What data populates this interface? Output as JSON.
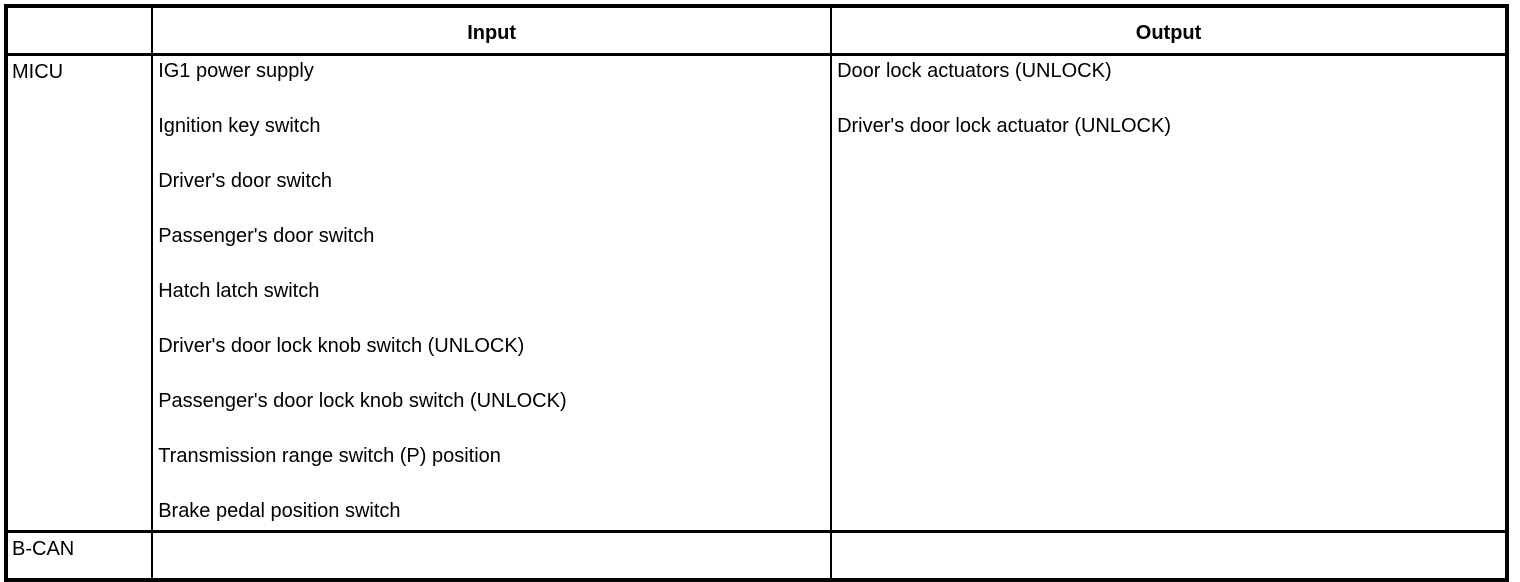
{
  "table": {
    "headers": {
      "device": "",
      "input": "Input",
      "output": "Output"
    },
    "rows": [
      {
        "device": "MICU",
        "inputs": [
          "IG1 power supply",
          "Ignition key switch",
          "Driver's door switch",
          "Passenger's door switch",
          "Hatch latch switch",
          "Driver's door lock knob switch (UNLOCK)",
          "Passenger's door lock knob switch (UNLOCK)",
          "Transmission range switch (P) position",
          "Brake pedal position switch"
        ],
        "outputs": [
          "Door lock actuators (UNLOCK)",
          "Driver's door lock actuator (UNLOCK)"
        ]
      },
      {
        "device": "B-CAN",
        "inputs": [],
        "outputs": []
      }
    ]
  }
}
